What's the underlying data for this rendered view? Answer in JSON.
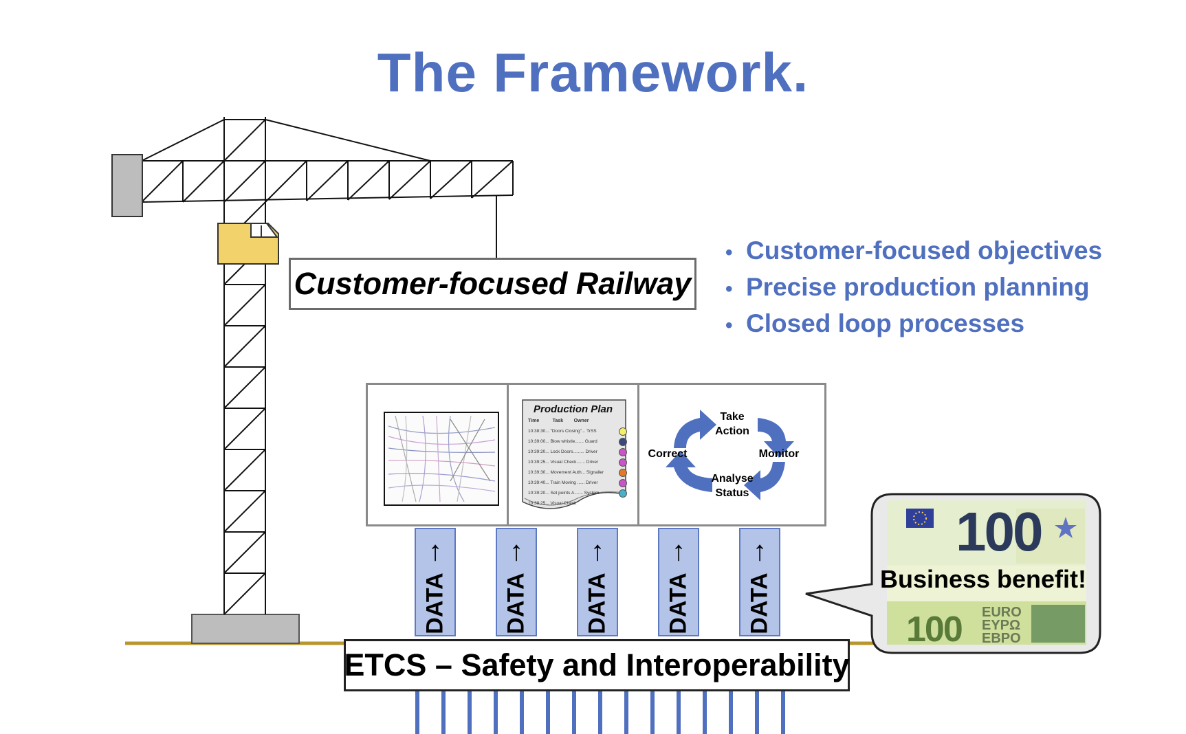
{
  "title": "The Framework.",
  "crane": {
    "label": "Customer-focused Railway"
  },
  "bullets": [
    "Customer-focused objectives",
    "Precise production planning",
    "Closed loop processes"
  ],
  "panels": {
    "plan_title": "Production Plan",
    "plan_header": "Time          Task        Owner",
    "plan_rows": [
      {
        "text": "10:38:30... \"Doors Closing\"...  TrSS",
        "color": "#f5f06a"
      },
      {
        "text": "10:39:00... Blow whistle.......  Guard",
        "color": "#3a4a7a"
      },
      {
        "text": "10:39:20... Lock Doors.........  Driver",
        "color": "#c854c8"
      },
      {
        "text": "10:39:25... Visual Check.......  Driver",
        "color": "#c854c8"
      },
      {
        "text": "10:39:30... Movement Auth...  Signaller",
        "color": "#e07a2a"
      },
      {
        "text": "10:39:40... Train Moving ......  Driver",
        "color": "#c854c8"
      },
      {
        "text": "10:39:20... Set points  A.......  System",
        "color": "#48b0c8"
      },
      {
        "text": "10:39:25... Visual Check",
        "color": ""
      }
    ],
    "loop": {
      "top": "Take\nAction",
      "right": "Monitor",
      "bottom": "Analyse\nStatus",
      "left": "Correct"
    }
  },
  "data_columns": [
    "DATA",
    "DATA",
    "DATA",
    "DATA",
    "DATA"
  ],
  "data_arrow": "↑",
  "foundation": "ETCS – Safety and Interoperability",
  "benefit": {
    "text": "Business benefit!",
    "note_top_value": "100",
    "note_bottom_value": "100",
    "note_bottom_words": [
      "EURO",
      "EYPΩ",
      "EBPO"
    ]
  },
  "colors": {
    "accent": "#4f6fbf",
    "data_fill": "#b4c3e8",
    "ground": "#b8962e",
    "crane_cab": "#f2d36b",
    "crane_weight": "#b8b8b8",
    "note_green": "#d8e8a8"
  }
}
